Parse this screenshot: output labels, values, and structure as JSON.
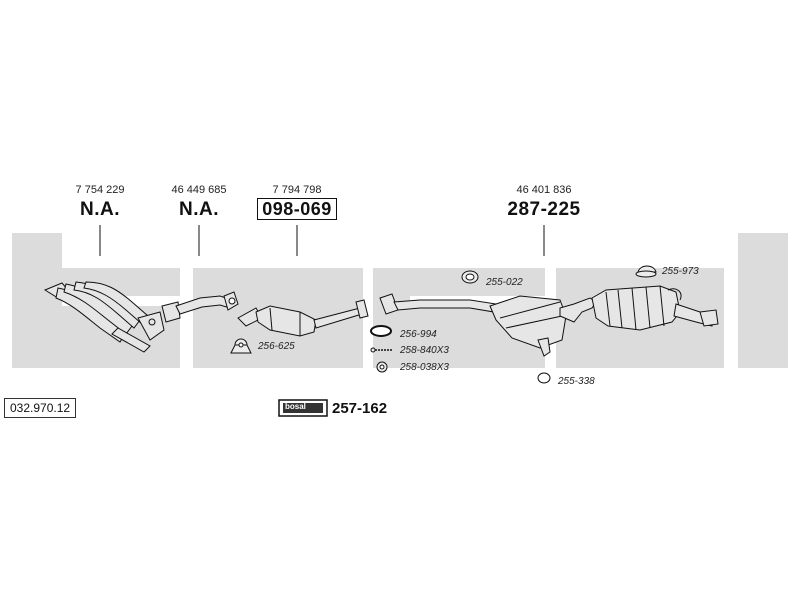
{
  "reference": "032.970.12",
  "columns": [
    {
      "oe_number": "7 754 229",
      "bosal_number": "N.A.",
      "boxed": false
    },
    {
      "oe_number": "46 449 685",
      "bosal_number": "N.A.",
      "boxed": false
    },
    {
      "oe_number": "7 794 798",
      "bosal_number": "098-069",
      "boxed": true
    },
    {
      "oe_number": "46 401 836",
      "bosal_number": "287-225",
      "boxed": false
    }
  ],
  "parts": {
    "p1": "255-022",
    "p2": "255-973",
    "p3": "256-994",
    "p4": "258-840X3",
    "p5": "258-038X3",
    "p6": "255-338",
    "p7": "256-625"
  },
  "kit": {
    "logo": "bosal",
    "number": "257-162"
  },
  "colors": {
    "band": "#dcdcdc",
    "line": "#111111",
    "part_fill": "#e6e6e6"
  }
}
